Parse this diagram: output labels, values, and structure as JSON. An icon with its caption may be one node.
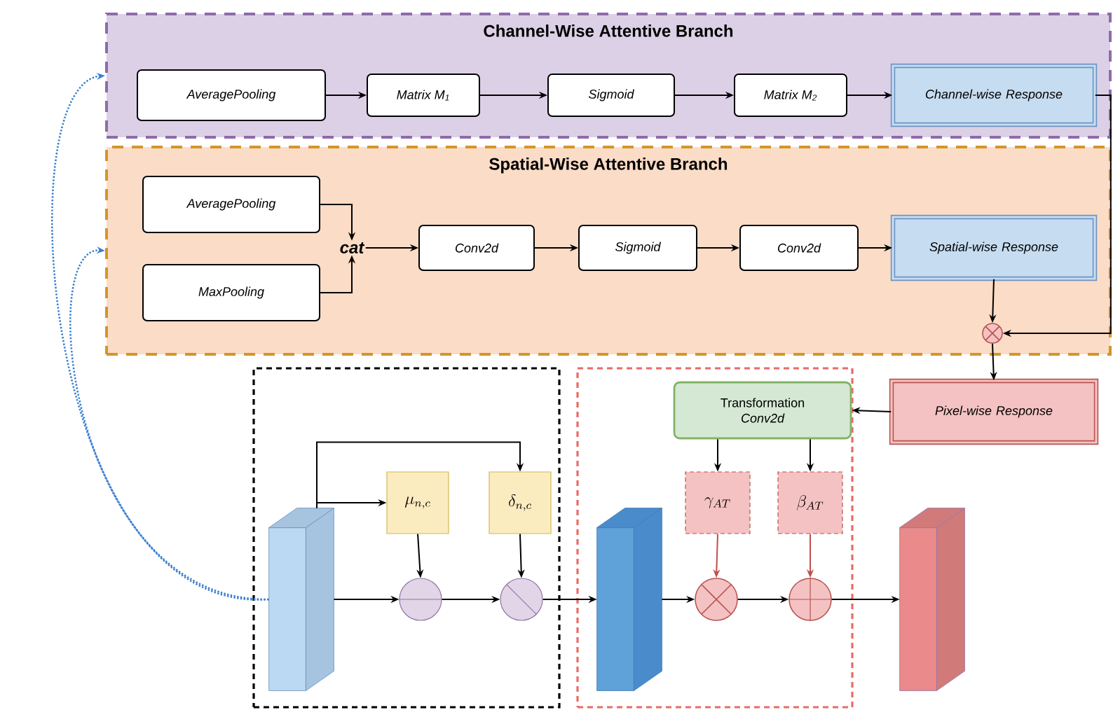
{
  "diagram": {
    "nodes": [
      {
        "text": [
          "Channel-Wise Attentive Branch"
        ]
      },
      {
        "text": [
          "AveragePooling"
        ],
        "in": 0
      },
      {
        "text": [
          "Matrix M$_{1}$"
        ],
        "in": 0
      },
      {
        "text": [
          "Sigmoid"
        ],
        "in": 0
      },
      {
        "text": [
          "Matrix M$_{2}$"
        ],
        "in": 0
      },
      {
        "text": [
          "Channel-wise Response"
        ],
        "in": 0
      },
      {
        "text": [
          "Spatial-Wise Attentive Branch"
        ]
      },
      {
        "text": [
          "AveragePooling"
        ],
        "in": 6
      },
      {
        "text": [
          "MaxPooling"
        ],
        "in": 6
      },
      {
        "text": [
          "cat"
        ],
        "in": 6
      },
      {
        "text": [
          "Conv2d"
        ],
        "in": 6
      },
      {
        "text": [
          "Sigmoid"
        ],
        "in": 6
      },
      {
        "text": [
          "Conv2d"
        ],
        "in": 6
      },
      {
        "text": [
          "Spatial-wise Response"
        ],
        "in": 6
      },
      {
        "text": [],
        "shape": "circle",
        "in": 6
      },
      {
        "text": [
          "Pixel-wise Response"
        ]
      },
      {
        "text": [],
        "shape": "box"
      },
      {
        "text": [],
        "shape": "box"
      },
      {
        "text": [],
        "shape": "box",
        "in": 16
      },
      {
        "text": [
          "\\mu_{n,c}"
        ],
        "in": 16
      },
      {
        "text": [
          "\\delta_{n,c}"
        ],
        "in": 16
      },
      {
        "text": [],
        "shape": "circle",
        "in": 16
      },
      {
        "text": [],
        "shape": "circle",
        "in": 16
      },
      {
        "text": [],
        "shape": "box",
        "in": 17
      },
      {
        "text": [
          "Transformation",
          "Conv2d"
        ],
        "in": 17
      },
      {
        "text": [
          "\\gamma_{AT}"
        ],
        "in": 17
      },
      {
        "text": [
          "\\beta_{AT}"
        ],
        "in": 17
      },
      {
        "text": [],
        "shape": "circle",
        "in": 17
      },
      {
        "text": [],
        "shape": "circle",
        "in": 17
      },
      {
        "text": [],
        "shape": "box"
      }
    ],
    "edges": [
      {
        "from": 1,
        "to": 2,
        "arrow": "to"
      },
      {
        "from": 2,
        "to": 3,
        "arrow": "to"
      },
      {
        "from": 3,
        "to": 4,
        "arrow": "to"
      },
      {
        "from": 4,
        "to": 5,
        "arrow": "to"
      },
      {
        "from": 7,
        "to": 9,
        "arrow": "to"
      },
      {
        "from": 8,
        "to": 9,
        "arrow": "to"
      },
      {
        "from": 9,
        "to": 10,
        "arrow": "to"
      },
      {
        "from": 10,
        "to": 11,
        "arrow": "to"
      },
      {
        "from": 11,
        "to": 12,
        "arrow": "to"
      },
      {
        "from": 12,
        "to": 13,
        "arrow": "to"
      },
      {
        "from": 13,
        "to": 14,
        "arrow": "to"
      },
      {
        "from": 5,
        "to": 14,
        "arrow": "to"
      },
      {
        "from": 14,
        "to": 15,
        "arrow": "to"
      },
      {
        "from": 15,
        "to": 24,
        "arrow": "to"
      },
      {
        "from": 24,
        "to": 25,
        "arrow": "to"
      },
      {
        "from": 24,
        "to": 26,
        "arrow": "to"
      },
      {
        "from": 18,
        "to": 0,
        "arrow": "to",
        "style": "dashed",
        "color": "#3a80d0"
      },
      {
        "from": 18,
        "to": 6,
        "arrow": "to",
        "style": "dashed",
        "color": "#3a80d0"
      },
      {
        "from": 18,
        "to": 19,
        "arrow": "to"
      },
      {
        "from": 18,
        "to": 20,
        "arrow": "to"
      },
      {
        "from": 19,
        "to": 21,
        "arrow": "to"
      },
      {
        "from": 20,
        "to": 22,
        "arrow": "to"
      },
      {
        "from": 18,
        "to": 21,
        "arrow": "to"
      },
      {
        "from": 21,
        "to": 22,
        "arrow": "to"
      },
      {
        "from": 22,
        "to": 23,
        "arrow": "to"
      },
      {
        "from": 23,
        "to": 27,
        "arrow": "to"
      },
      {
        "from": 25,
        "to": 27,
        "arrow": "to",
        "color": "#c0504d"
      },
      {
        "from": 26,
        "to": 28,
        "arrow": "to",
        "color": "#c0504d"
      },
      {
        "from": 27,
        "to": 28,
        "arrow": "to"
      },
      {
        "from": 28,
        "to": 29,
        "arrow": "to"
      }
    ]
  }
}
